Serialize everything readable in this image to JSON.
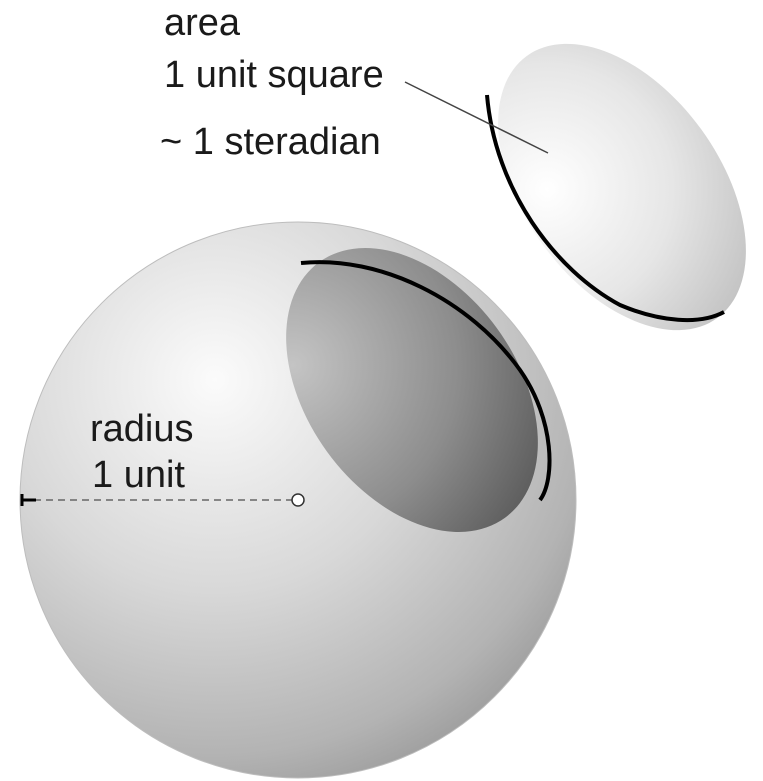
{
  "labels": {
    "area": "area",
    "unit_square": "1 unit square",
    "steradian": "~ 1 steradian",
    "radius": "radius",
    "radius_unit": "1 unit"
  },
  "colors": {
    "background": "#ffffff",
    "sphere_light": "#fafafa",
    "sphere_mid": "#cfcfcf",
    "sphere_dark": "#8a8a8a",
    "cutout_dark": "#5c5c5c",
    "outline": "#000000",
    "leader_line": "#444444"
  },
  "icons": {
    "center_marker": "hollow-circle",
    "radius_end_marker": "tick-mark"
  }
}
